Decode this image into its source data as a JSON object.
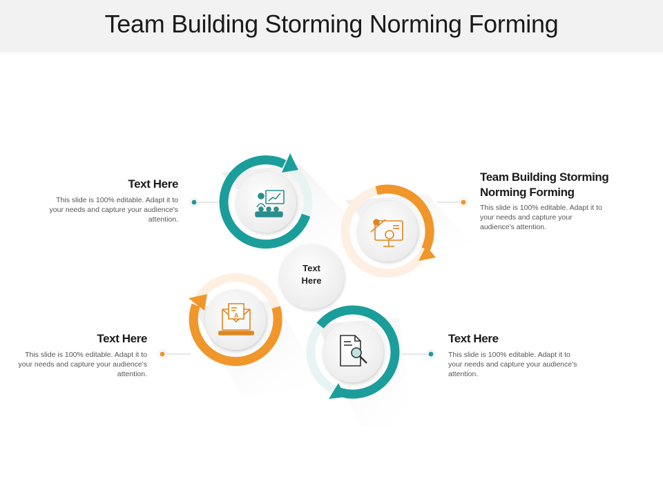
{
  "title": "Team Building Storming Norming Forming",
  "center": {
    "line1": "Text",
    "line2": "Here"
  },
  "items": [
    {
      "heading": "Text Here",
      "body": "This slide is 100% editable. Adapt it to your needs and capture your audience's attention.",
      "icon": "presentation-icon",
      "color": "#1b9e9b"
    },
    {
      "heading": "Team Building Storming Norming Forming",
      "body": "This slide is 100% editable. Adapt it to your needs and capture your audience's attention.",
      "icon": "analytics-monitor-icon",
      "color": "#f0962a"
    },
    {
      "heading": "Text Here",
      "body": "This slide is 100% editable. Adapt it to your needs and capture your audience's attention.",
      "icon": "email-grade-icon",
      "color": "#f0962a"
    },
    {
      "heading": "Text Here",
      "body": "This slide is 100% editable. Adapt it to your needs and capture your audience's attention.",
      "icon": "document-search-icon",
      "color": "#1b9e9b"
    }
  ],
  "colors": {
    "teal": "#1b9e9b",
    "orange": "#f0962a",
    "title_bar": "#f2f2f2"
  }
}
